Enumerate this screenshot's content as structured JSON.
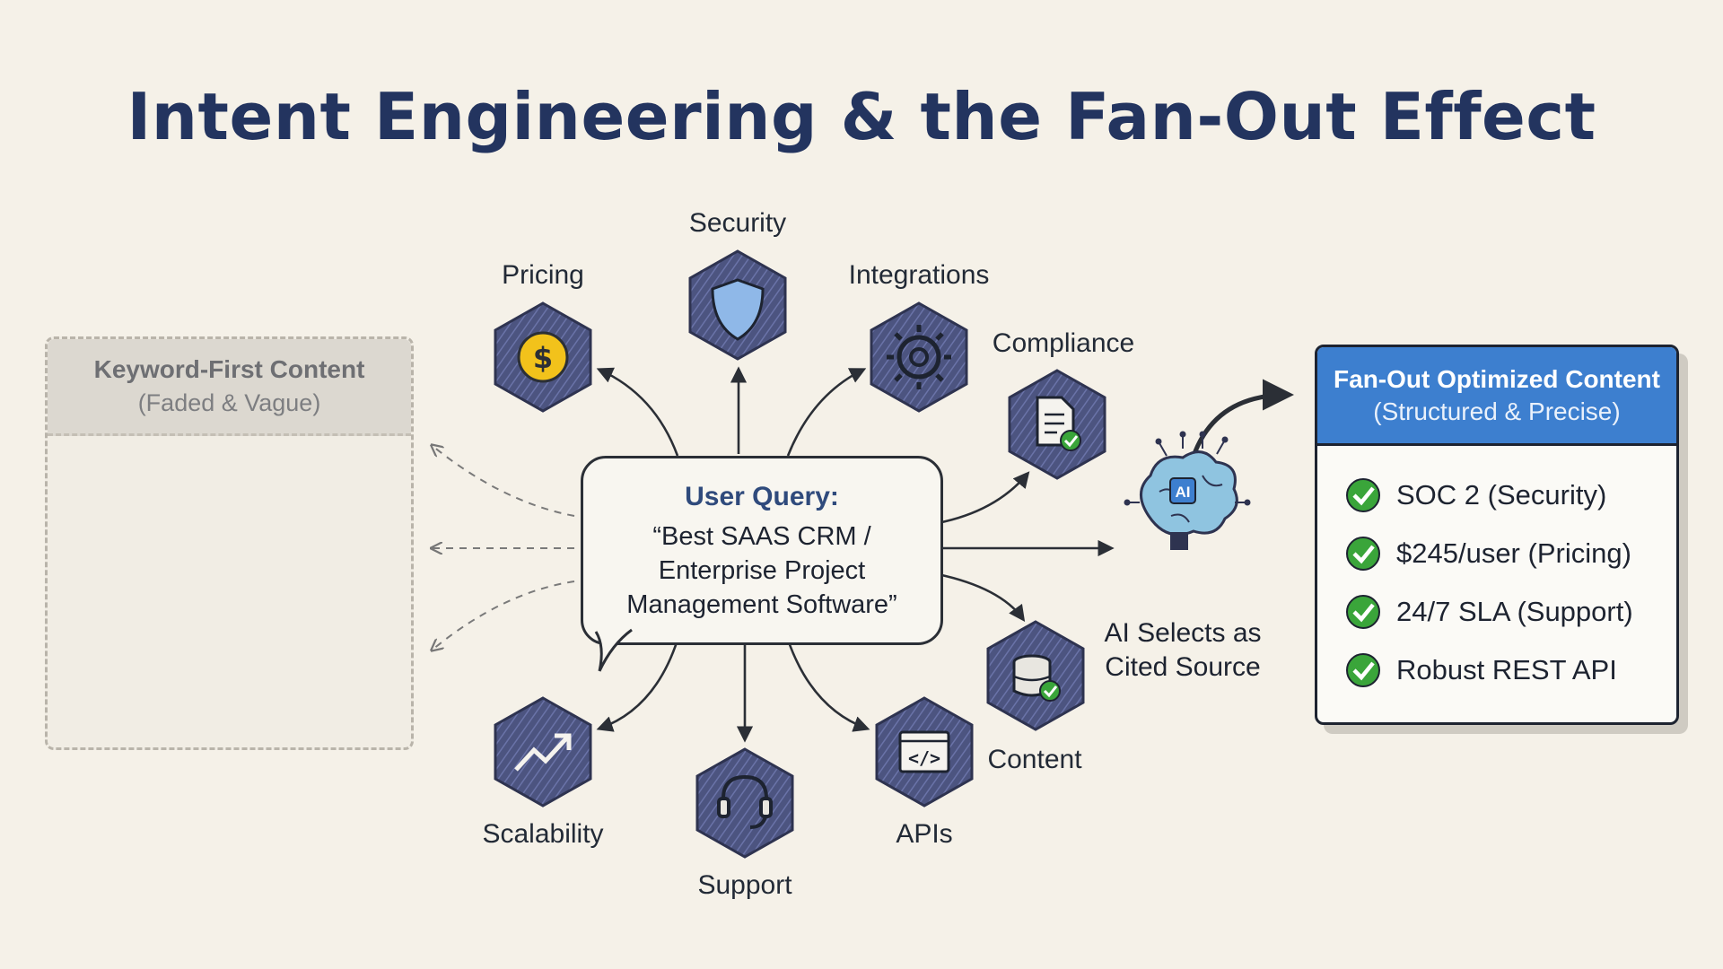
{
  "title": "Intent Engineering & the Fan-Out Effect",
  "left_panel": {
    "title": "Keyword-First Content",
    "subtitle": "(Faded & Vague)"
  },
  "query": {
    "label": "User Query:",
    "text": "“Best SAAS CRM / Enterprise Project Management Software”"
  },
  "facets": {
    "pricing": "Pricing",
    "security": "Security",
    "integrations": "Integrations",
    "compliance": "Compliance",
    "content": "Content",
    "apis": "APIs",
    "support": "Support",
    "scalability": "Scalability"
  },
  "ai": {
    "badge": "AI",
    "caption_line1": "AI Selects as",
    "caption_line2": "Cited Source"
  },
  "right_panel": {
    "title": "Fan-Out Optimized Content",
    "subtitle": "(Structured & Precise)",
    "items": [
      "SOC 2 (Security)",
      "$245/user (Pricing)",
      "24/7 SLA (Support)",
      "Robust REST API"
    ]
  },
  "colors": {
    "title": "#23345f",
    "hex_fill": "#4a4f7a",
    "accent_blue": "#3d7fcf",
    "check_green": "#3aa53a",
    "coin_gold": "#f2c21b",
    "warning_orange": "#e8b47a"
  },
  "icons": [
    "dollar-coin-icon",
    "shield-icon",
    "gear-icon",
    "document-check-icon",
    "database-check-icon",
    "code-window-icon",
    "headset-icon",
    "trend-arrow-icon",
    "ai-brain-icon",
    "warning-icon",
    "image-placeholder-icon",
    "checkmark-icon"
  ]
}
